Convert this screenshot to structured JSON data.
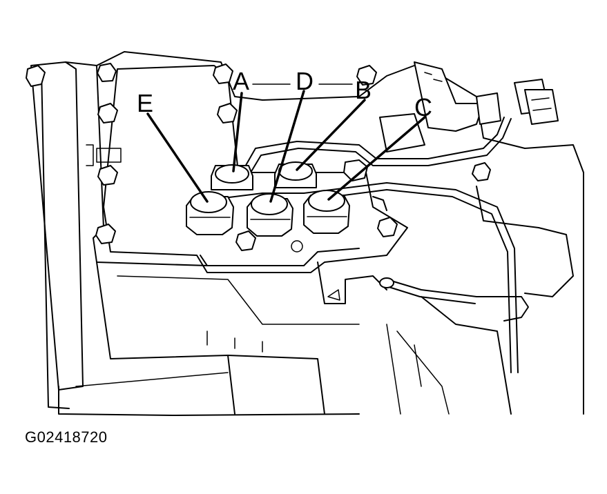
{
  "figure": {
    "id": "G02418720",
    "callouts": [
      {
        "key": "A",
        "label": "A"
      },
      {
        "key": "D",
        "label": "D"
      },
      {
        "key": "B",
        "label": "B"
      },
      {
        "key": "C",
        "label": "C"
      },
      {
        "key": "E",
        "label": "E"
      }
    ]
  }
}
